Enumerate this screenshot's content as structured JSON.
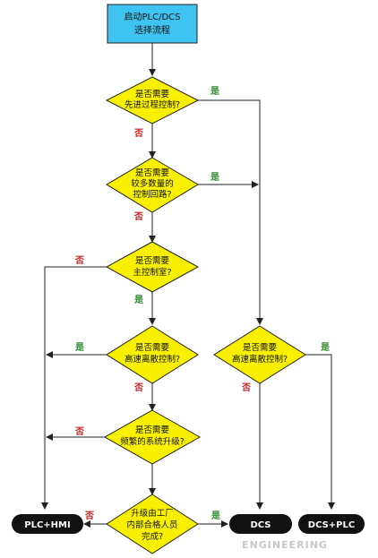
{
  "colors": {
    "start_fill": "#3fc3f0",
    "decision_fill": "#f8f000",
    "terminal_fill": "#111111",
    "yes": "#2e8b2e",
    "no": "#cc2222"
  },
  "start": {
    "line1": "启动PLC/DCS",
    "line2": "选择流程"
  },
  "decisions": {
    "d1": {
      "line1": "是否需要",
      "line2": "先进过程控制?"
    },
    "d2": {
      "line1": "是否需要",
      "line2": "较多数量的",
      "line3": "控制回路?"
    },
    "d3": {
      "line1": "是否需要",
      "line2": "主控制室?"
    },
    "d4": {
      "line1": "是否需要",
      "line2": "高速离散控制?"
    },
    "d5": {
      "line1": "是否需要",
      "line2": "频繁的系统升级?"
    },
    "d6": {
      "line1": "升级由工厂",
      "line2": "内部合格人员",
      "line3": "完成?"
    },
    "d7": {
      "line1": "是否需要",
      "line2": "高速离散控制?"
    }
  },
  "terminals": {
    "plc_hmi": "PLC+HMI",
    "dcs": "DCS",
    "dcs_plc": "DCS+PLC"
  },
  "labels": {
    "yes": "是",
    "no": "否"
  },
  "watermark": "ENGINEERING"
}
